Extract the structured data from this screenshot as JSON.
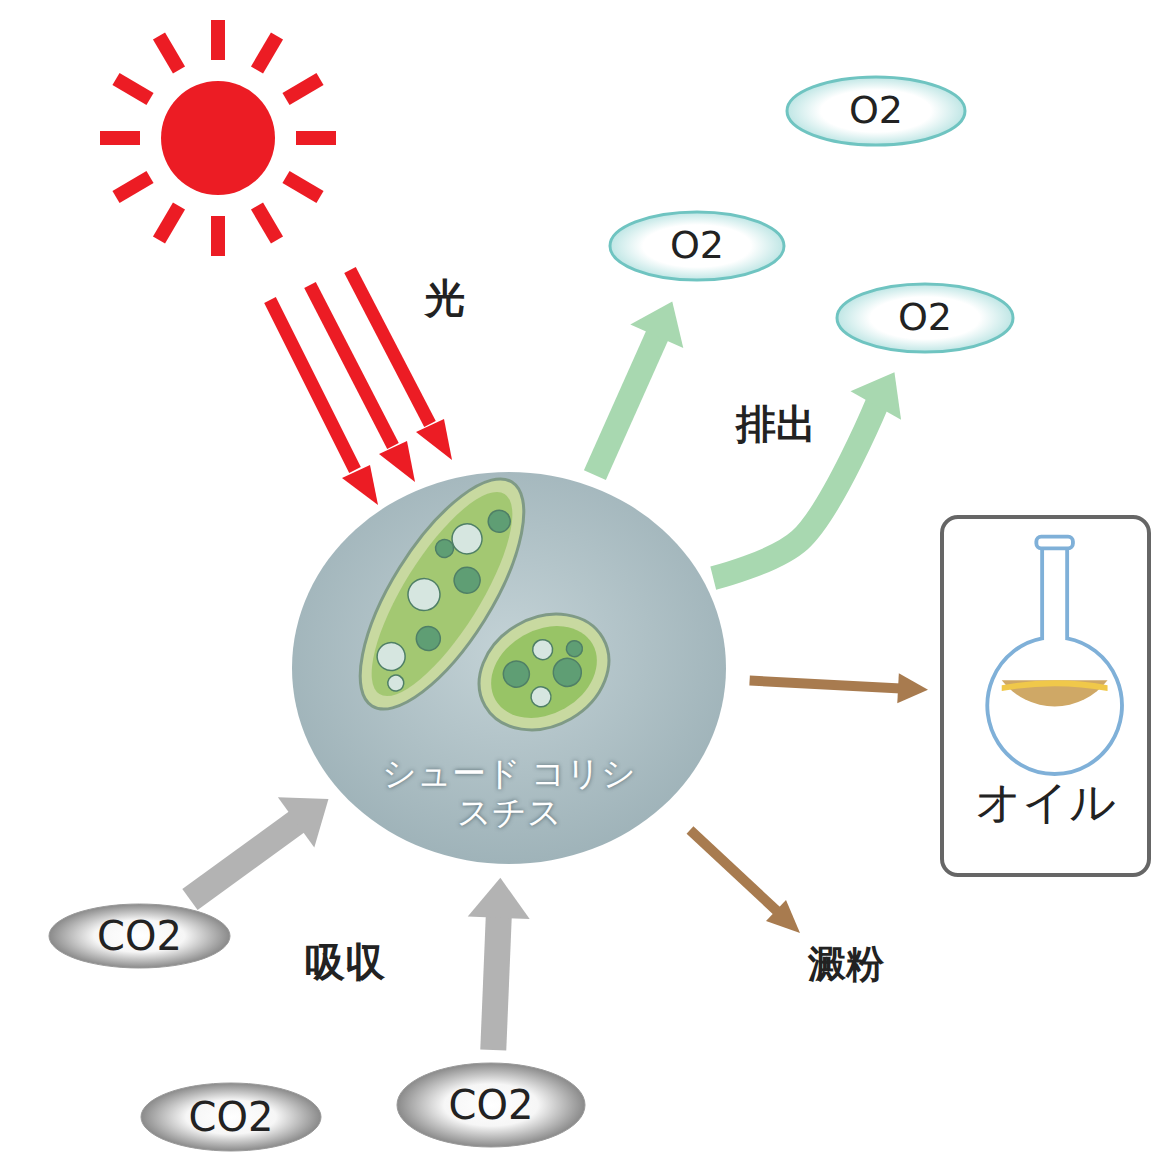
{
  "diagram": {
    "nodes": [
      {
        "text": [
          "O2"
        ]
      },
      {
        "text": [
          "O2"
        ]
      },
      {
        "text": [
          "O2"
        ]
      },
      {
        "text": [
          "シュード コリシスチス"
        ]
      },
      {
        "text": [
          "オイル"
        ]
      },
      {
        "text": [
          "CO2"
        ]
      },
      {
        "text": [
          "CO2"
        ]
      },
      {
        "text": [
          "CO2"
        ]
      }
    ],
    "edges": [
      {
        "from": 3,
        "to": 1,
        "arrow": "to"
      },
      {
        "from": 3,
        "to": 2,
        "arrow": "to"
      },
      {
        "from": 3,
        "to": 4,
        "arrow": "to"
      },
      {
        "from": 5,
        "to": 3,
        "arrow": "to"
      },
      {
        "from": 7,
        "to": 3,
        "arrow": "to"
      }
    ],
    "labels": [
      "光",
      "排出",
      "吸収",
      "澱粉"
    ]
  }
}
